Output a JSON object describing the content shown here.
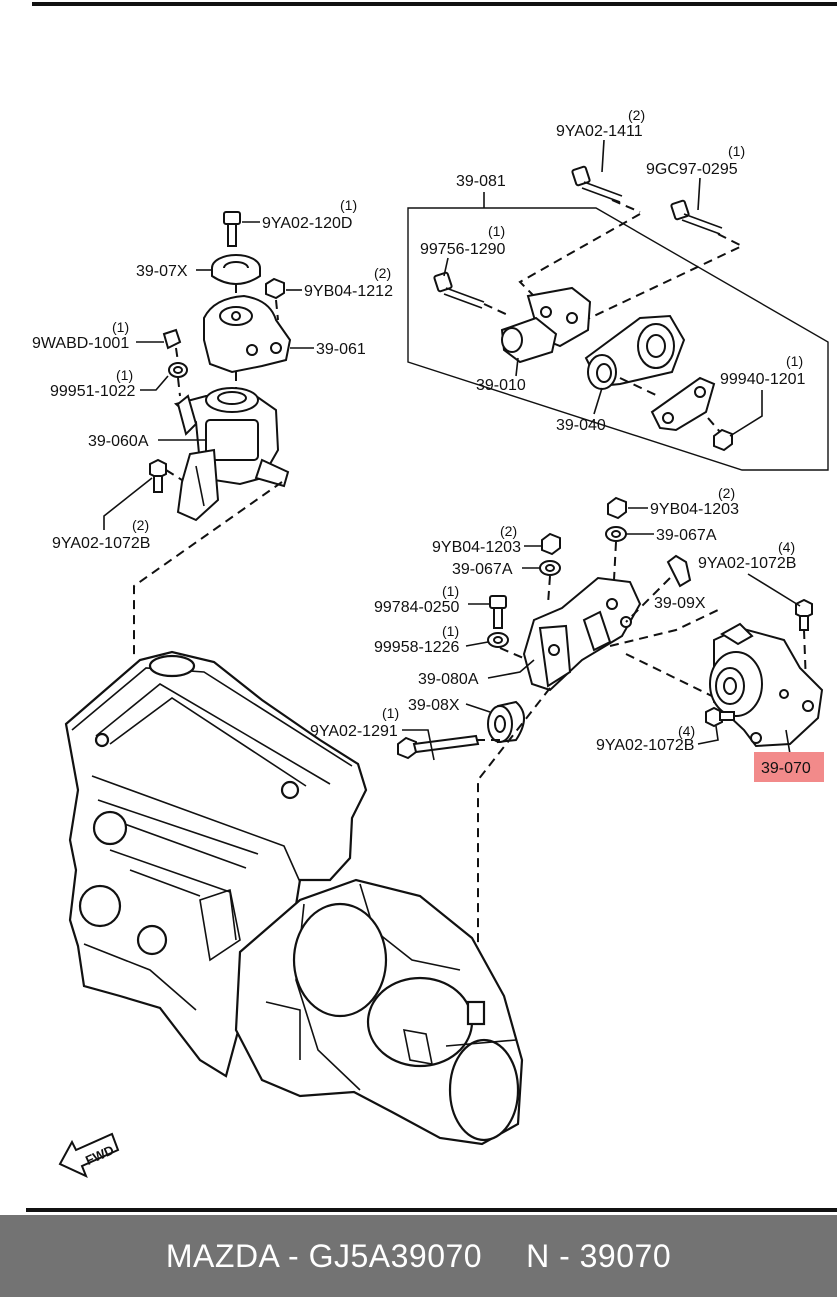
{
  "diagram": {
    "labels": {
      "l_9YA02_1411": "9YA02-1411",
      "q_9YA02_1411": "(2)",
      "l_9GC97_0295": "9GC97-0295",
      "q_9GC97_0295": "(1)",
      "l_39_081": "39-081",
      "l_9YA02_120D": "9YA02-120D",
      "q_9YA02_120D": "(1)",
      "l_99756_1290": "99756-1290",
      "q_99756_1290": "(1)",
      "l_39_07X": "39-07X",
      "l_9YB04_1212": "9YB04-1212",
      "q_9YB04_1212": "(2)",
      "l_9WABD_1001": "9WABD-1001",
      "q_9WABD_1001": "(1)",
      "l_39_061": "39-061",
      "l_99951_1022": "99951-1022",
      "q_99951_1022": "(1)",
      "l_39_010": "39-010",
      "l_99940_1201": "99940-1201",
      "q_99940_1201": "(1)",
      "l_39_060A": "39-060A",
      "l_39_040": "39-040",
      "l_9YA02_1072B_L": "9YA02-1072B",
      "q_9YA02_1072B_L": "(2)",
      "l_9YB04_1203_A": "9YB04-1203",
      "q_9YB04_1203_A": "(2)",
      "l_39_067A_A": "39-067A",
      "l_9YB04_1203_B": "9YB04-1203",
      "q_9YB04_1203_B": "(2)",
      "l_39_067A_B": "39-067A",
      "l_9YA02_1072B_R1": "9YA02-1072B",
      "q_9YA02_1072B_R1": "(4)",
      "l_99784_0250": "99784-0250",
      "q_99784_0250": "(1)",
      "l_39_09X": "39-09X",
      "l_99958_1226": "99958-1226",
      "q_99958_1226": "(1)",
      "l_39_080A": "39-080A",
      "l_39_08X": "39-08X",
      "l_9YA02_1291": "9YA02-1291",
      "q_9YA02_1291": "(1)",
      "l_9YA02_1072B_R2": "9YA02-1072B",
      "q_9YA02_1072B_R2": "(4)",
      "l_39_070": "39-070",
      "fwd": "FWD"
    },
    "highlight_color": "#f28a8a"
  },
  "footer": {
    "brand_part": "MAZDA - GJ5A39070",
    "ref": "N - 39070"
  }
}
